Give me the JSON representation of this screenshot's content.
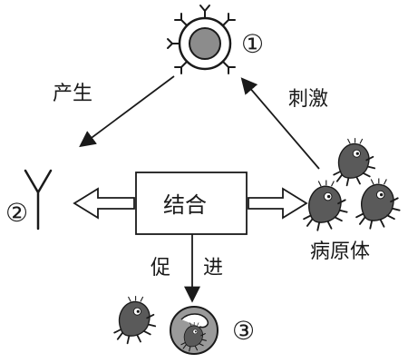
{
  "labels": {
    "marker_1": "①",
    "marker_2": "②",
    "marker_3": "③",
    "produce": "产生",
    "stimulate": "刺激",
    "combine": "结合",
    "promote_char1": "促",
    "promote_char2": "进",
    "pathogen": "病原体"
  },
  "colors": {
    "ink": "#1a1a1a",
    "cell_nucleus": "#8c8c8c",
    "microbe_fill": "#5a5a5a",
    "phagocyte_fill": "#9a9a9a"
  },
  "icons": {
    "antibody": "y-shape-antibody",
    "b_cell": "cell-with-receptors",
    "pathogen": "bacteria-creature",
    "phagocyte": "cell-engulfing-pathogen"
  }
}
